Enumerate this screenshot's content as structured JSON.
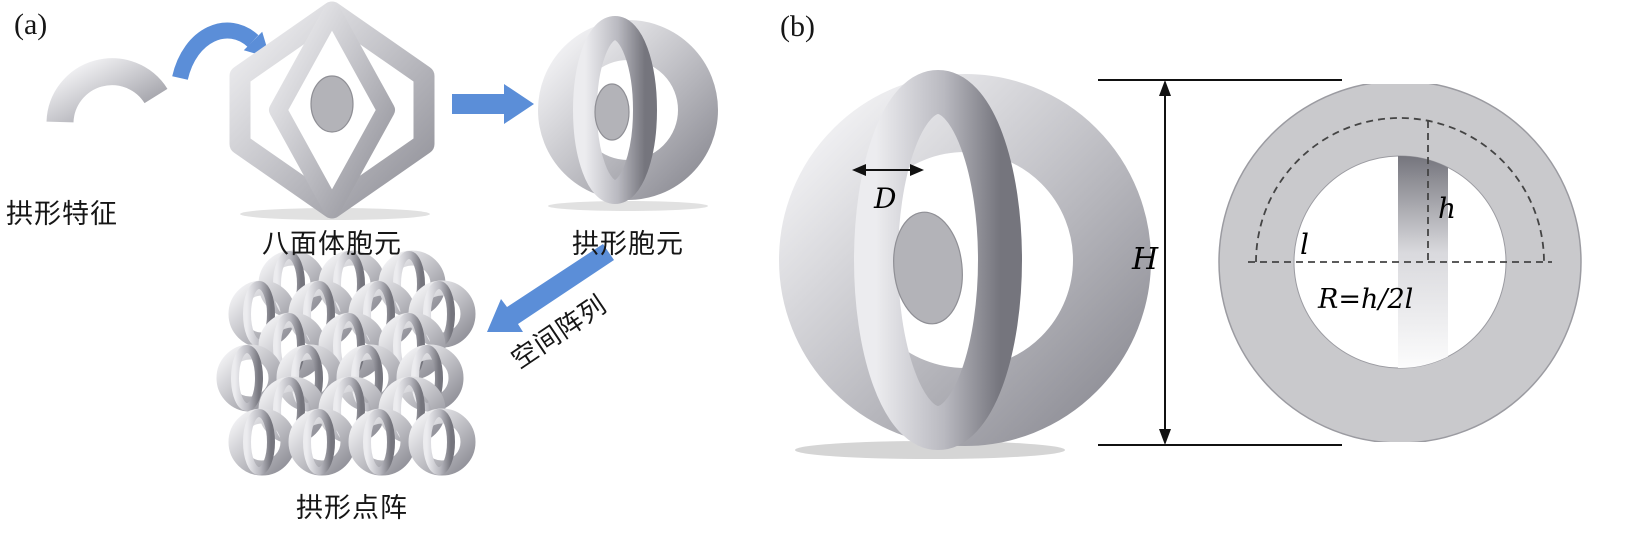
{
  "figure": {
    "panel_a": {
      "tag": "(a)",
      "arch_feature": "拱形特征",
      "octahedron_cell": "八面体胞元",
      "arch_cell": "拱形胞元",
      "spatial_array": "空间阵列",
      "arch_lattice": "拱形点阵"
    },
    "panel_b": {
      "tag": "(b)",
      "dim_d": "D",
      "dim_height": "H",
      "dim_l": "l",
      "dim_h": "h",
      "formula": "R=h/2l"
    },
    "colors": {
      "arrow_blue": "#5b8ed8",
      "metal_light": "#f4f4f6",
      "metal_dark": "#8e8e96",
      "section_gray": "#c9c9cc",
      "cut_face_gray": "#b3b3b8"
    }
  }
}
